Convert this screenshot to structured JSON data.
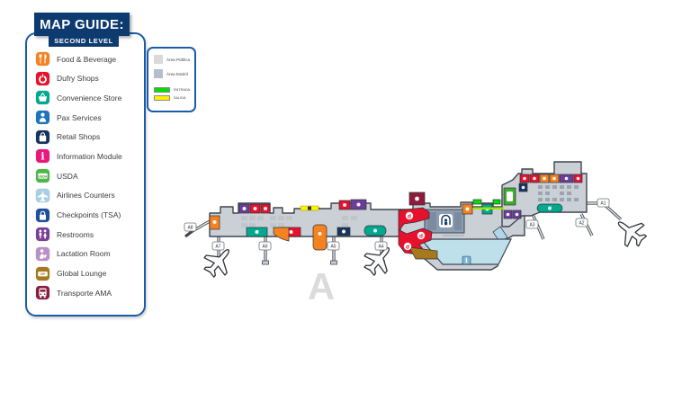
{
  "header": {
    "title": "MAP GUIDE:",
    "subtitle": "SECOND LEVEL"
  },
  "colors": {
    "panel_border": "#1A5CA8",
    "header_bg": "#0D3B70",
    "terminal_fill": "#CBD0D6",
    "entrada_green": "#00DF00",
    "salida_yellow": "#FFF200"
  },
  "legend": {
    "items": [
      {
        "label": "Food & Beverage",
        "icon": "utensils-icon",
        "color": "#F58220"
      },
      {
        "label": "Dufry Shops",
        "icon": "dufry-icon",
        "color": "#E8112D"
      },
      {
        "label": "Convenience Store",
        "icon": "basket-icon",
        "color": "#00A98F"
      },
      {
        "label": "Pax Services",
        "icon": "person-icon",
        "color": "#1C75BC"
      },
      {
        "label": "Retail Shops",
        "icon": "shopping-bag-icon",
        "color": "#17335F"
      },
      {
        "label": "Information Module",
        "icon": "info-icon",
        "color": "#E8197D"
      },
      {
        "label": "USDA",
        "icon": "usda-icon",
        "color": "#4DB848",
        "icon_text": "USDA"
      },
      {
        "label": "Airlines Counters",
        "icon": "airplane-icon",
        "color": "#A9CFE4"
      },
      {
        "label": "Checkpoints (TSA)",
        "icon": "lock-icon",
        "color": "#1E4F9C"
      },
      {
        "label": "Restrooms",
        "icon": "restroom-icon",
        "color": "#7C3F98"
      },
      {
        "label": "Lactation Room",
        "icon": "mother-baby-icon",
        "color": "#B98FC6"
      },
      {
        "label": "Global Lounge",
        "icon": "vip-icon",
        "color": "#A6791E",
        "icon_text": "VIP"
      },
      {
        "label": "Transporte AMA",
        "icon": "bus-icon",
        "color": "#8A1E3F"
      }
    ]
  },
  "area_legend": {
    "items": [
      {
        "label": "Área Pública",
        "color": "#D9D9D9"
      },
      {
        "label": "Área Estéril",
        "color": "#B4BECC"
      },
      {
        "label": "ENTRADA",
        "color": "#00DF00"
      },
      {
        "label": "SALIDA",
        "color": "#FFF200"
      }
    ]
  },
  "map": {
    "terminal_letter": "A",
    "dufry_letter": "d",
    "info_letter": "i",
    "gates": [
      {
        "id": "A1"
      },
      {
        "id": "A2"
      },
      {
        "id": "A3"
      },
      {
        "id": "A4"
      },
      {
        "id": "A5"
      },
      {
        "id": "A6"
      },
      {
        "id": "A7"
      },
      {
        "id": "A8"
      }
    ]
  }
}
